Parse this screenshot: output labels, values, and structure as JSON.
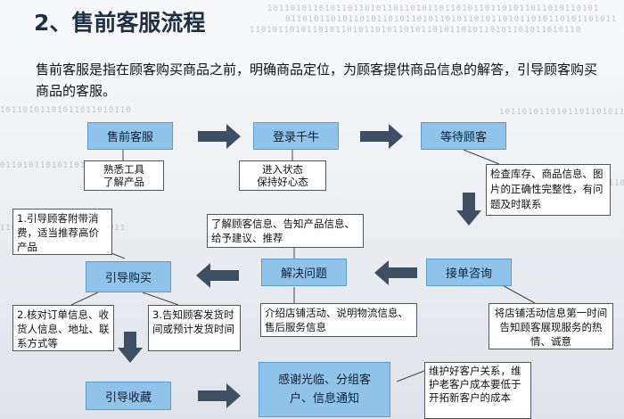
{
  "title": "2、售前客服流程",
  "intro": "售前客服是指在顾客购买商品之前，明确商品定位，为顾客提供商品信息的解答，引导顾客购买商品的客服。",
  "steps": {
    "s1": "售前客服",
    "s2": "登录千牛",
    "s3": "等待顾客",
    "s4": "接单咨询",
    "s5": "解决问题",
    "s6": "引导购买",
    "s7": "引导收藏",
    "s8": "感谢光临、分组客户、信息通知"
  },
  "notes": {
    "n1": "熟悉工具\n了解产品",
    "n2": "进入状态\n保持好心态",
    "n3": "检查库存、商品信息、图片的正确性完整性，有问题及时联系",
    "n4": "将店铺活动信息第一时间告知顾客展现服务的热情、诚意",
    "n5": "了解顾客信息、告知产品信息、给予建议、推荐",
    "n6": "介绍店铺活动、说明物流信息、售后服务信息",
    "n7": "1.引导顾客附带消费，适当推荐高价产品",
    "n8": "2.核对订单信息、收货人信息、地址、联系方式等",
    "n9": "3.告知顾客发货时间或预计发货时间",
    "n10": "维护好客户关系，维护老客户成本要低于开拓新客户的成本"
  },
  "colors": {
    "box_fill": "#8fc3ea",
    "arrow": "#3d4f63",
    "title": "#1f2f44"
  }
}
